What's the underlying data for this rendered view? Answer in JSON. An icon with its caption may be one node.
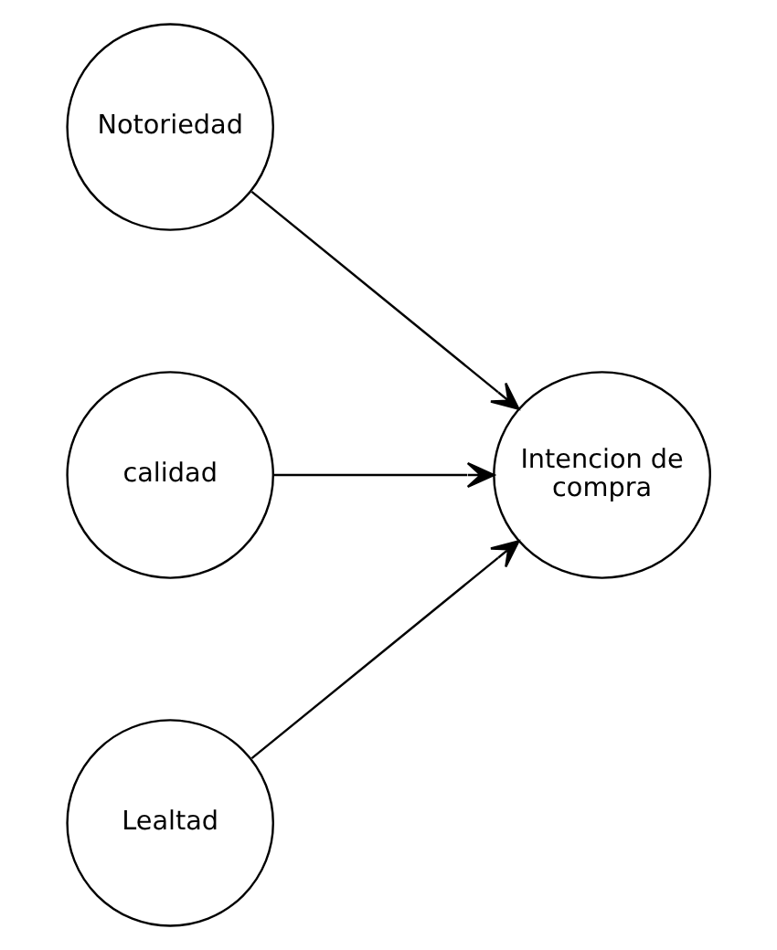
{
  "diagram": {
    "nodes": [
      {
        "text": [
          "Notoriedad"
        ]
      },
      {
        "text": [
          "calidad"
        ]
      },
      {
        "text": [
          "Lealtad"
        ]
      },
      {
        "text": [
          "Intencion de compra"
        ]
      }
    ],
    "edges": [
      {
        "from": 0,
        "to": 3,
        "arrow": "to"
      },
      {
        "from": 1,
        "to": 3,
        "arrow": "to"
      },
      {
        "from": 2,
        "to": 3,
        "arrow": "to"
      }
    ]
  }
}
